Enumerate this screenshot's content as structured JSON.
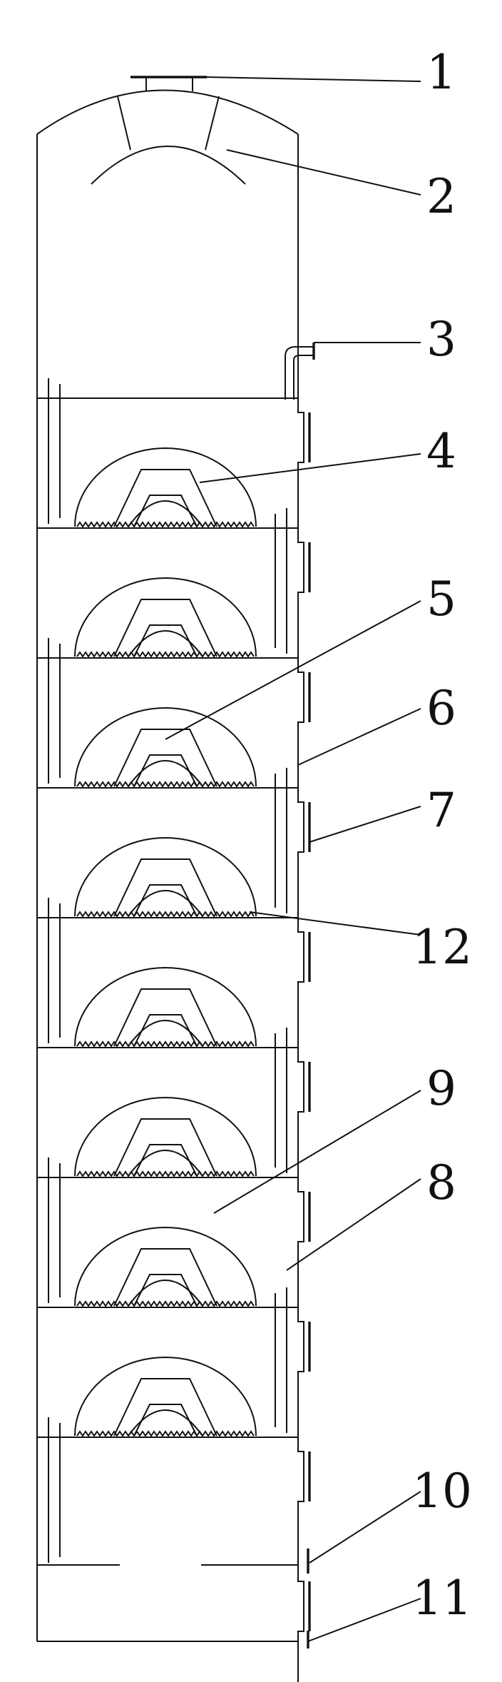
{
  "callouts": [
    {
      "id": "1",
      "text": "1"
    },
    {
      "id": "2",
      "text": "2"
    },
    {
      "id": "3",
      "text": "3"
    },
    {
      "id": "4",
      "text": "4"
    },
    {
      "id": "5",
      "text": "5"
    },
    {
      "id": "6",
      "text": "6"
    },
    {
      "id": "7",
      "text": "7"
    },
    {
      "id": "12",
      "text": "12"
    },
    {
      "id": "9",
      "text": "9"
    },
    {
      "id": "8",
      "text": "8"
    },
    {
      "id": "10",
      "text": "10"
    },
    {
      "id": "11",
      "text": "11"
    }
  ]
}
